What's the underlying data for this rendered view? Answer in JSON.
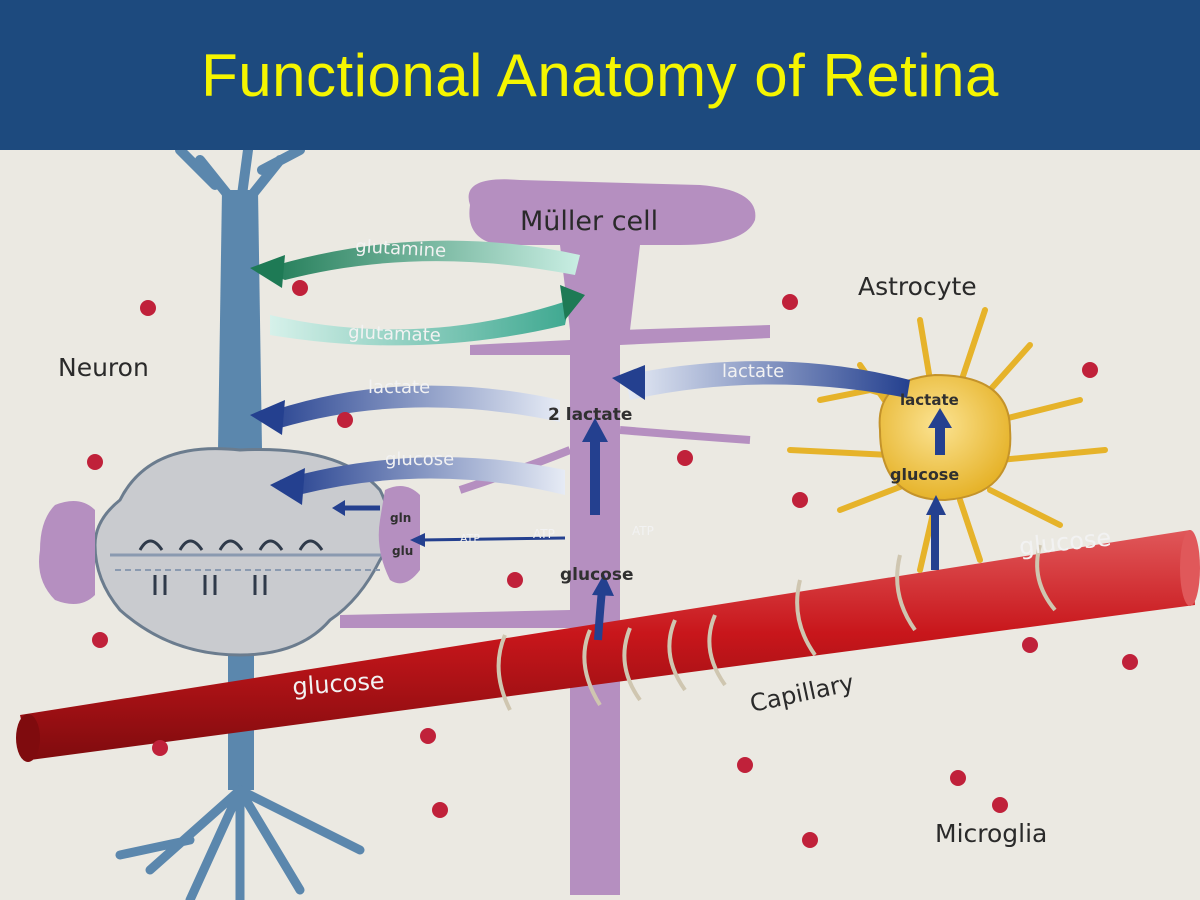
{
  "slide": {
    "title": "Functional Anatomy of Retina"
  },
  "diagram": {
    "labels": {
      "muller": "Müller cell",
      "astrocyte": "Astrocyte",
      "neuron": "Neuron",
      "capillary": "Capillary",
      "microglia": "Microglia"
    },
    "flows": {
      "glutamine": "glutamine",
      "glutamate": "glutamate",
      "lactate_to_neuron": "lactate",
      "glucose_to_neuron": "glucose",
      "lactate_from_astrocyte": "lactate",
      "two_lactate": "2 lactate",
      "astro_lactate": "lactate",
      "astro_glucose": "glucose",
      "muller_glucose": "glucose",
      "capillary_glucose_right": "glucose",
      "capillary_glucose_left": "glucose",
      "gln": "gln",
      "glu": "glu",
      "atp_1": "ATP",
      "atp_2": "ATP",
      "atp_3": "ATP"
    },
    "colors": {
      "header": "#1d4a7e",
      "title": "#f5f500",
      "background": "#ebe9e2",
      "neuron": "#5b87ad",
      "muller": "#b58fc0",
      "capillary": "#c8161b",
      "astrocyte": "#f1c545",
      "glutamine_arrow": "#1e7a55",
      "glutamate_arrow": "#6cc7b3",
      "lactate_arrow": "#24408f",
      "microglia": "#c0213a"
    }
  }
}
